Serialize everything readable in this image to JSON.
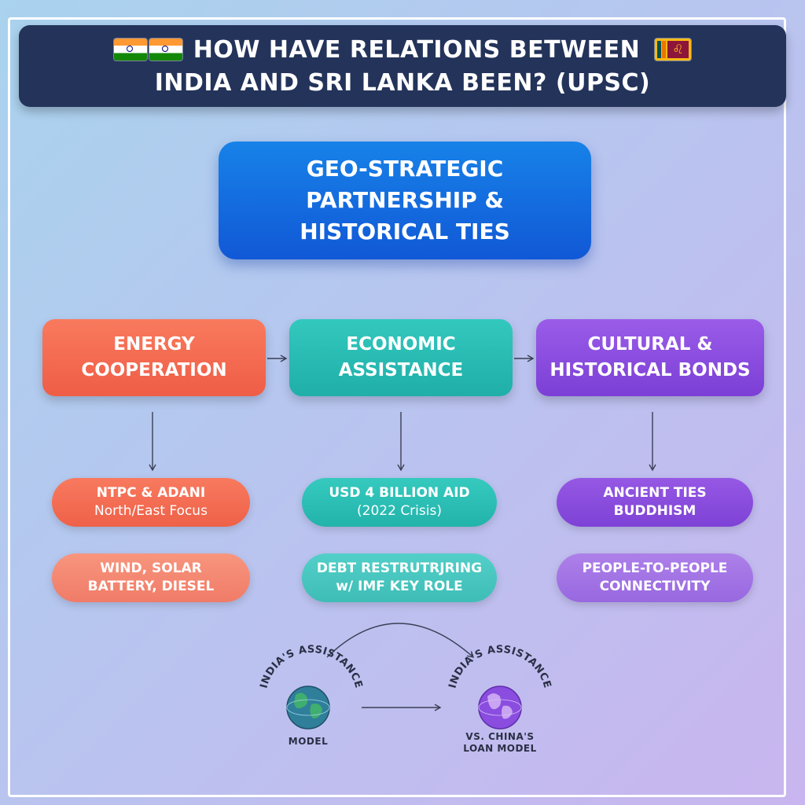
{
  "header": {
    "title_line1": "HOW HAVE RELATIONS BETWEEN",
    "title_line2": "INDIA AND SRI LANKA BEEN? (UPSC)",
    "flag_left_icon": "india-flag-icon",
    "flag_right_icon": "sri-lanka-flag-icon"
  },
  "main_node": {
    "lines": [
      "GEO-STRATEGIC",
      "PARTNERSHIP &",
      "HISTORICAL TIES"
    ]
  },
  "categories": [
    {
      "lines": [
        "ENERGY",
        "COOPERATION"
      ],
      "color": "#ef6a50",
      "items": [
        {
          "line1": "NTPC & ADANI",
          "line2": "North/East Focus"
        },
        {
          "line1": "WIND, SOLAR",
          "line2": "BATTERY, DIESEL"
        }
      ]
    },
    {
      "lines": [
        "ECONOMIC",
        "ASSISTANCE"
      ],
      "color": "#27bbb2",
      "items": [
        {
          "line1": "USD 4 BILLION AID",
          "line2": "(2022 Crisis)"
        },
        {
          "line1": "DEBT RESTRUTRJRING",
          "line2": "w/ IMF KEY ROLE"
        }
      ]
    },
    {
      "lines": [
        "CULTURAL &",
        "HISTORICAL BONDS"
      ],
      "color": "#8a4ddf",
      "items": [
        {
          "line1": "ANCIENT TIES",
          "line2": "BUDDHISM"
        },
        {
          "line1": "PEOPLE-TO-PEOPLE",
          "line2": "CONNECTIVITY"
        }
      ]
    }
  ],
  "comparison": {
    "left_arc_text": "INDIA'S ASSISTANCE",
    "left_bottom": "MODEL",
    "right_arc_text": "INDIA'S ASSISTANCE",
    "right_bottom_line1": "VS. CHINA'S",
    "right_bottom_line2": "LOAN MODEL",
    "left_icon": "globe-icon",
    "right_icon": "globe-icon",
    "left_globe_color": "#2f7f9a",
    "right_globe_color": "#8a4ddf"
  }
}
